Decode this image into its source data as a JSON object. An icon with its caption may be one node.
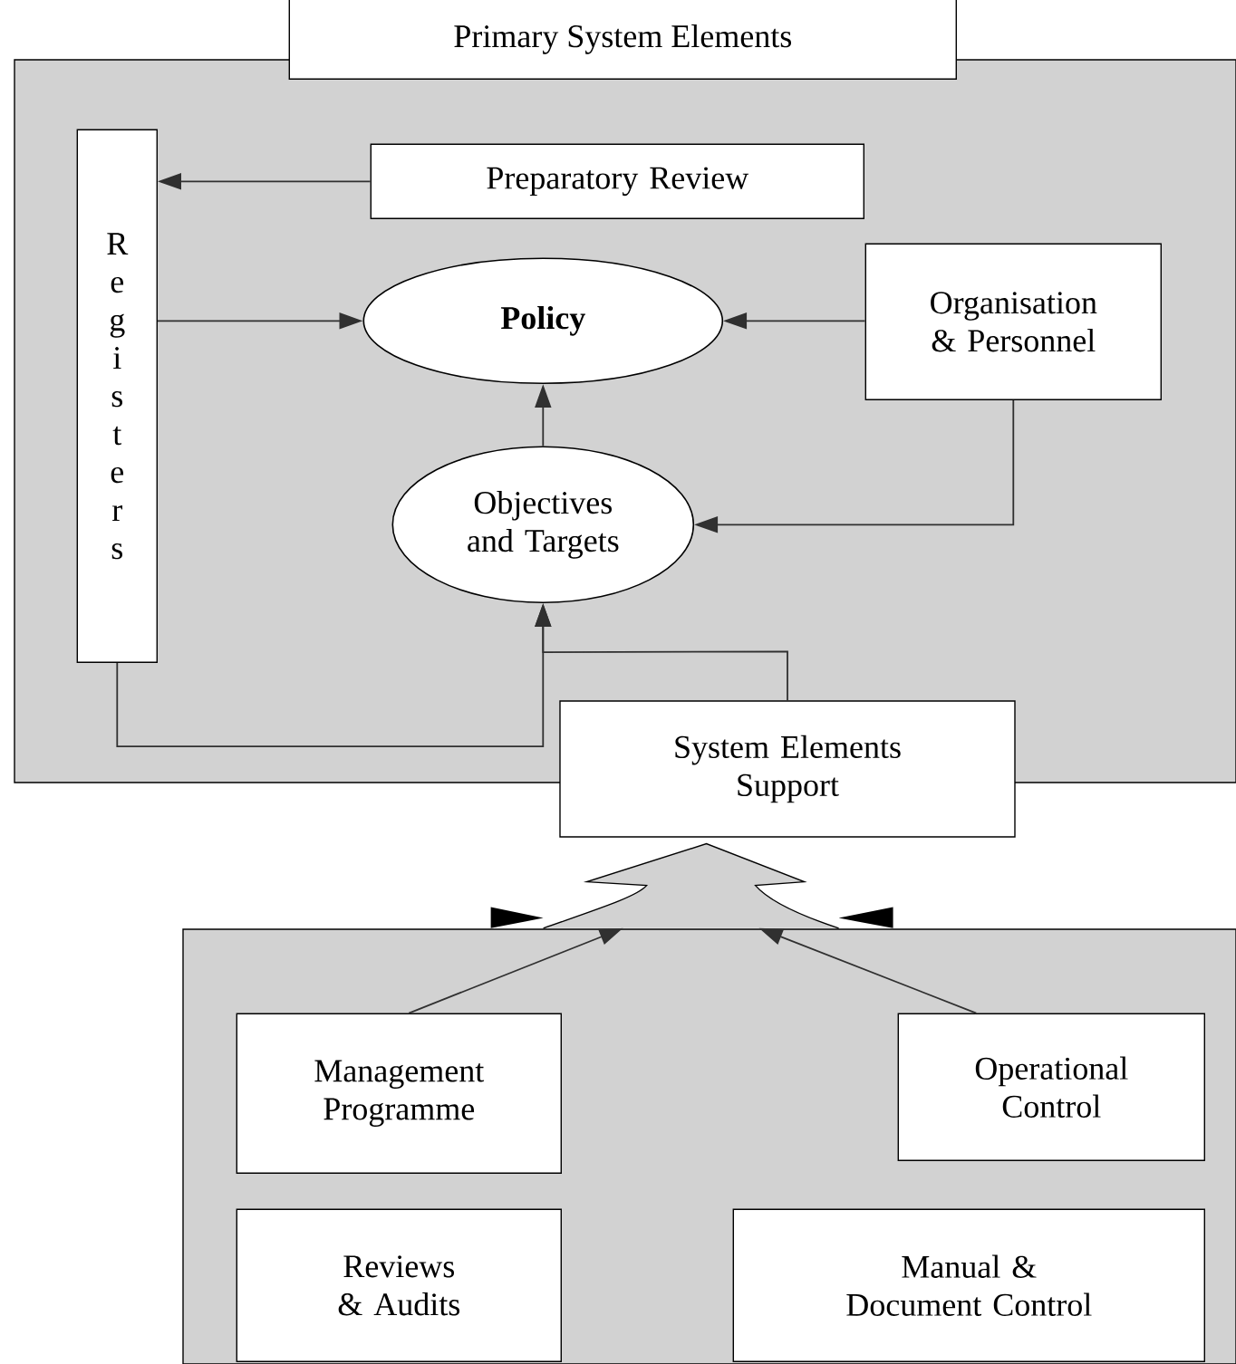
{
  "diagram": {
    "nodes": [
      {
        "text": [
          "Primary System Elements"
        ]
      },
      {
        "text": [
          "Registers"
        ],
        "in": 0
      },
      {
        "text": [
          "Preparatory Review"
        ],
        "in": 0
      },
      {
        "text": [
          "Policy"
        ],
        "in": 0
      },
      {
        "text": [
          "Organisation & Personnel"
        ],
        "in": 0
      },
      {
        "text": [
          "Objectives and Targets"
        ],
        "in": 0
      },
      {
        "text": [
          "System Elements Support"
        ]
      },
      {
        "text": [],
        "shape": "arrow"
      },
      {
        "text": [],
        "shape": "box"
      },
      {
        "text": [
          "Management Programme"
        ],
        "in": 8
      },
      {
        "text": [
          "Operational Control"
        ],
        "in": 8
      },
      {
        "text": [
          "Reviews & Audits"
        ],
        "in": 8
      },
      {
        "text": [
          "Manual & Document Control"
        ],
        "in": 8
      }
    ],
    "edges": [
      {
        "from": 2,
        "to": 1,
        "arrow": "to"
      },
      {
        "from": 1,
        "to": 3,
        "arrow": "to"
      },
      {
        "from": 4,
        "to": 3,
        "arrow": "to"
      },
      {
        "from": 5,
        "to": 3,
        "arrow": "to"
      },
      {
        "from": 4,
        "to": 5,
        "arrow": "to"
      },
      {
        "from": 1,
        "to": 5,
        "arrow": "to"
      },
      {
        "from": 6,
        "to": 5,
        "arrow": "to"
      },
      {
        "from": 9,
        "to": 7,
        "arrow": "to"
      },
      {
        "from": 10,
        "to": 7,
        "arrow": "to"
      }
    ]
  }
}
